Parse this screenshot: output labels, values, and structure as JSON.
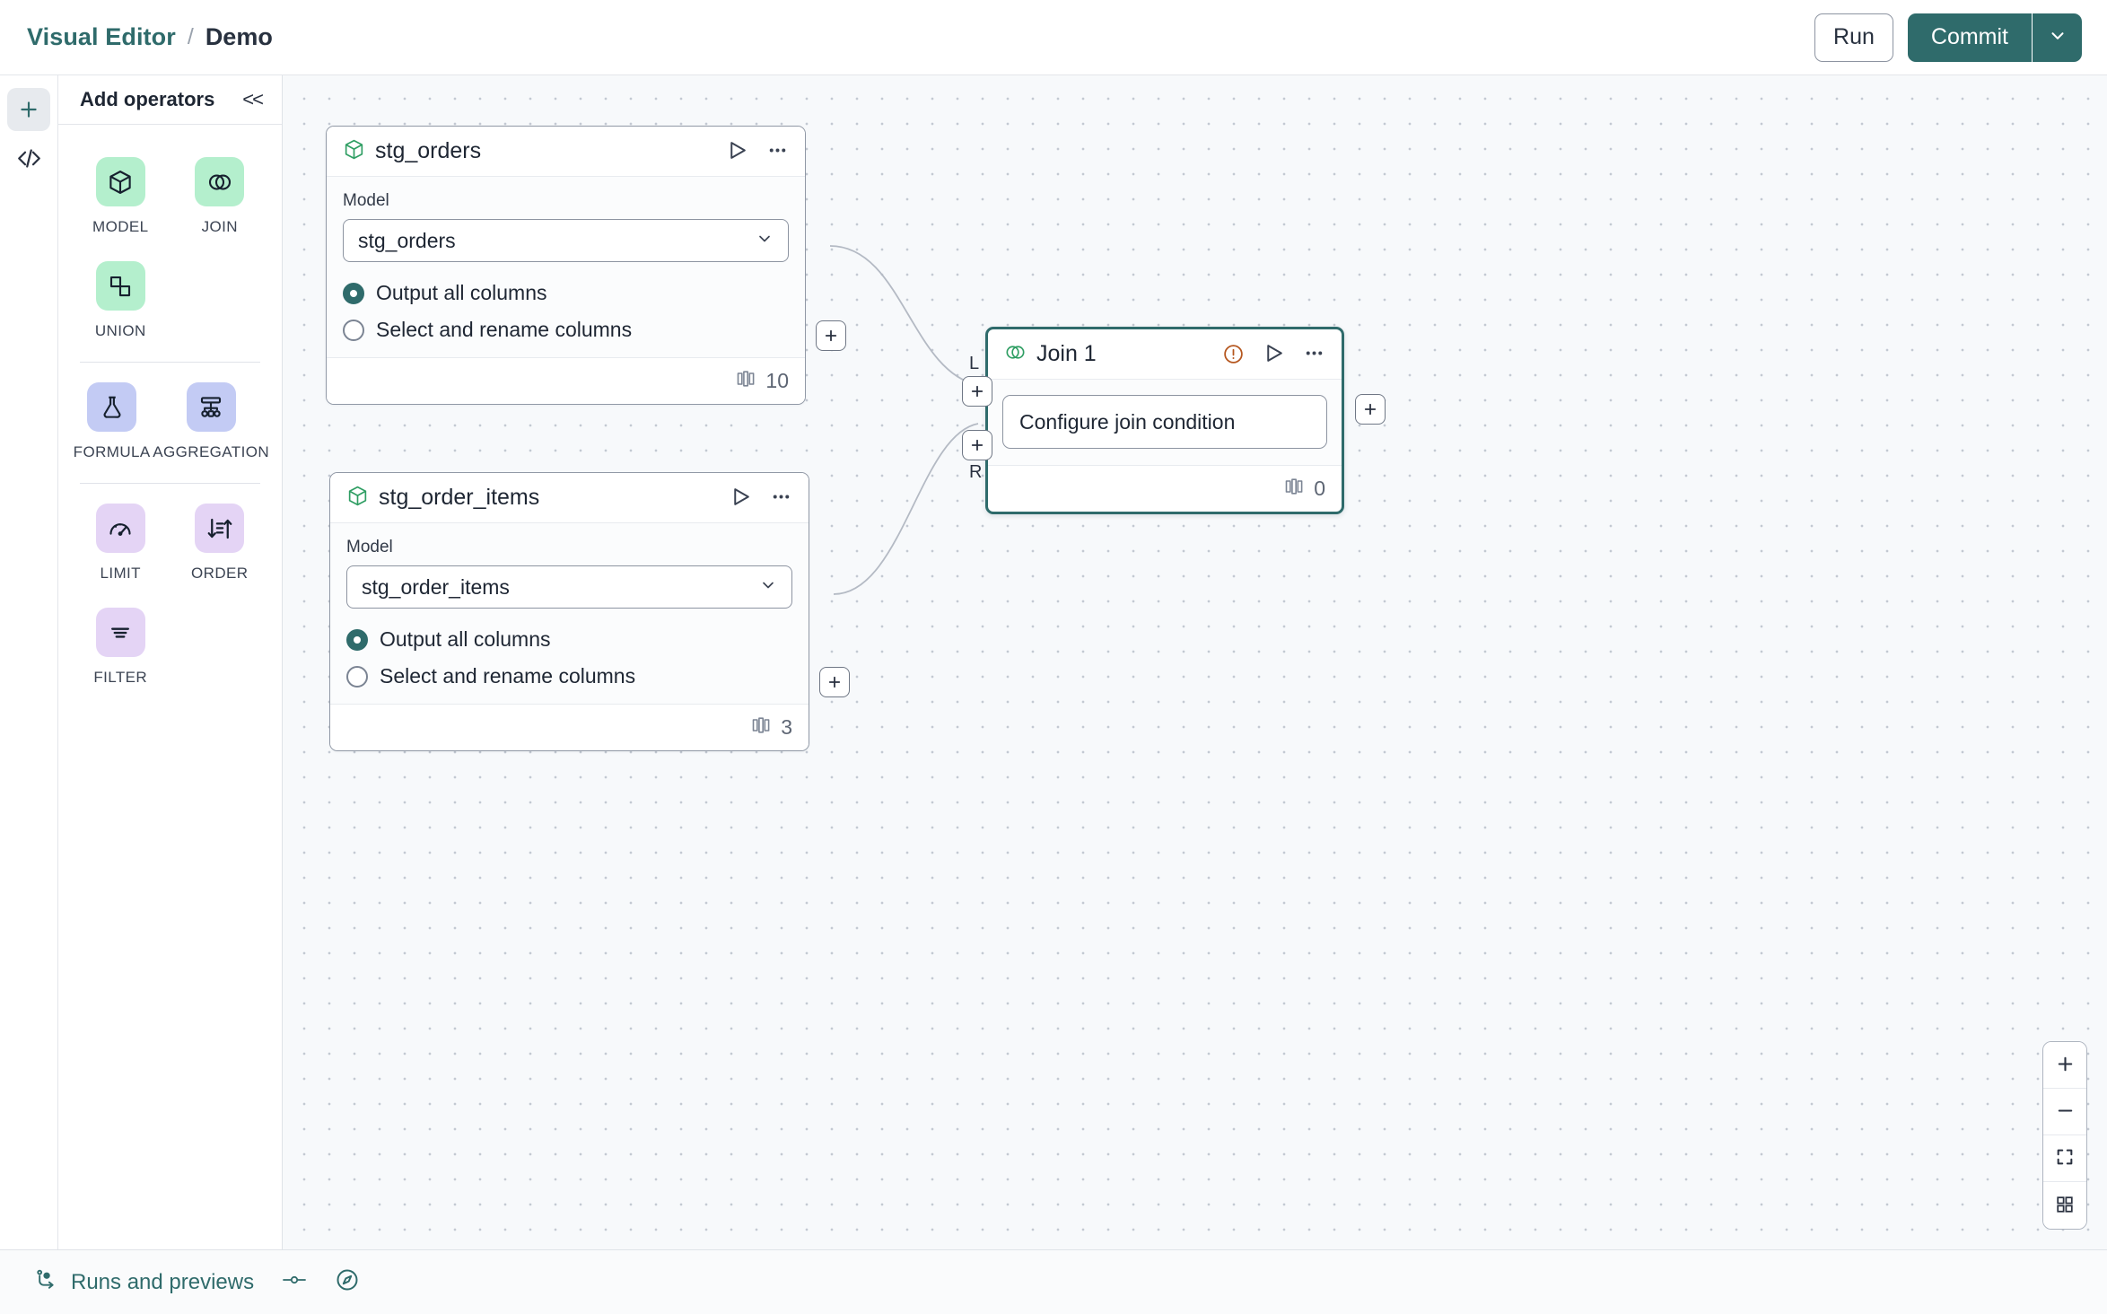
{
  "header": {
    "breadcrumb_root": "Visual Editor",
    "breadcrumb_separator": "/",
    "breadcrumb_current": "Demo",
    "run_label": "Run",
    "commit_label": "Commit"
  },
  "rail": {
    "add_icon": "plus-icon",
    "code_icon": "code-icon"
  },
  "operators_panel": {
    "title": "Add operators",
    "collapse_label": "<<",
    "groups": [
      {
        "items": [
          {
            "label": "MODEL",
            "icon": "cube-icon",
            "tone": "green"
          },
          {
            "label": "JOIN",
            "icon": "venn-icon",
            "tone": "green"
          },
          {
            "label": "UNION",
            "icon": "union-squares-icon",
            "tone": "green"
          }
        ]
      },
      {
        "items": [
          {
            "label": "FORMULA",
            "icon": "flask-icon",
            "tone": "blue"
          },
          {
            "label": "AGGREGATION",
            "icon": "aggregation-icon",
            "tone": "blue"
          }
        ]
      },
      {
        "items": [
          {
            "label": "LIMIT",
            "icon": "gauge-icon",
            "tone": "lilac"
          },
          {
            "label": "ORDER",
            "icon": "sort-icon",
            "tone": "lilac"
          },
          {
            "label": "FILTER",
            "icon": "filter-icon",
            "tone": "lilac"
          }
        ]
      }
    ]
  },
  "canvas": {
    "nodes": [
      {
        "id": "stg_orders",
        "title": "stg_orders",
        "type_icon": "cube-icon",
        "field_label": "Model",
        "select_value": "stg_orders",
        "options": [
          {
            "label": "Output all columns",
            "selected": true
          },
          {
            "label": "Select and rename columns",
            "selected": false
          }
        ],
        "column_count": "10"
      },
      {
        "id": "stg_order_items",
        "title": "stg_order_items",
        "type_icon": "cube-icon",
        "field_label": "Model",
        "select_value": "stg_order_items",
        "options": [
          {
            "label": "Output all columns",
            "selected": true
          },
          {
            "label": "Select and rename columns",
            "selected": false
          }
        ],
        "column_count": "3"
      },
      {
        "id": "join_1",
        "title": "Join 1",
        "type_icon": "venn-icon",
        "warning_icon": "warning-icon",
        "config_label": "Configure join condition",
        "column_count": "0"
      }
    ],
    "ports": {
      "left_label": "L",
      "right_label": "R",
      "add_glyph": "+"
    },
    "zoom_controls": [
      {
        "name": "zoom-in",
        "icon": "plus-icon"
      },
      {
        "name": "zoom-out",
        "icon": "minus-icon"
      },
      {
        "name": "fit-view",
        "icon": "fit-screen-icon"
      },
      {
        "name": "layout-grid",
        "icon": "grid-icon"
      }
    ]
  },
  "bottombar": {
    "runs_label": "Runs and previews",
    "runs_icon": "flow-icon",
    "toggle_icon": "toggle-icon",
    "compass_icon": "compass-icon"
  },
  "colors": {
    "accent_teal": "#2f6b6b",
    "warning_orange": "#b5561e",
    "chip_green": "#b4efcd",
    "chip_blue": "#c3cbf4",
    "chip_lilac": "#e4d4f5",
    "canvas_bg": "#f7f9fb"
  }
}
